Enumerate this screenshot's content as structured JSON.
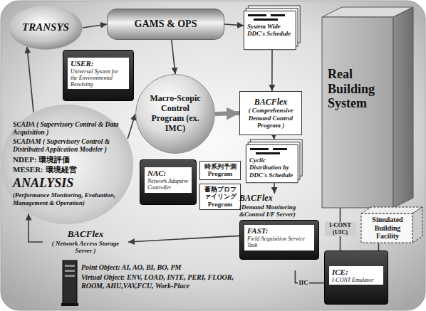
{
  "diagram": {
    "nodes": [
      {
        "text": [
          "TRANSYS"
        ]
      },
      {
        "text": [
          "GAMS & OPS"
        ]
      },
      {
        "text": [
          "System Wide DDC's Schedule"
        ]
      },
      {
        "text": [
          "USER:",
          "Universal System for the Environmental Resolving"
        ]
      },
      {
        "text": [
          "SCADA ( Supervisory Control & Data Acquisition )",
          "SCADAM ( Supervisory Control & Distributed Application Modeler )",
          "NDEP: 環境評価",
          "MESER: 環境経営",
          "ANALYSIS",
          "(Performance Monitoring, Evaluation, Management & Operation)"
        ]
      },
      {
        "text": [
          "Macro-Scopic Control Program (ex. IMC)"
        ]
      },
      {
        "text": [
          "NAC:",
          "Network Adaptive Controller"
        ]
      },
      {
        "text": [
          "時系列予測 Program"
        ]
      },
      {
        "text": [
          "蓄熱プロファイリング Program"
        ]
      },
      {
        "text": [
          "BACFlex",
          "( Comprehensive Demand Control Program )"
        ]
      },
      {
        "text": [
          "Cyclic Distribution by DDC's Schedule"
        ]
      },
      {
        "text": [
          "BACFlex",
          "(Demand Monitoring &Control I/F Server)",
          "FAST:",
          "Field Acquisition Service Task"
        ]
      },
      {
        "text": [
          "Real Building System"
        ]
      },
      {
        "text": [
          "Simulated Building Facility"
        ]
      },
      {
        "text": [
          "ICE:",
          "I-CONT Emulator"
        ]
      },
      {
        "text": [
          "BACFlex",
          "( Network Access Storage Server )"
        ]
      }
    ],
    "edges": [
      {
        "from": 0,
        "to": 1,
        "arrow": "to"
      },
      {
        "from": 1,
        "to": 2,
        "arrow": "to"
      },
      {
        "from": 1,
        "to": 5,
        "arrow": "to"
      },
      {
        "from": 4,
        "to": 0,
        "arrow": "to"
      },
      {
        "from": 4,
        "to": 5,
        "arrow": "to"
      },
      {
        "from": 5,
        "to": 9,
        "arrow": "to"
      },
      {
        "from": 2,
        "to": 9,
        "arrow": "to"
      },
      {
        "from": 9,
        "to": 10,
        "arrow": "to"
      },
      {
        "from": 10,
        "to": 11,
        "arrow": "to"
      },
      {
        "from": 11,
        "to": 14,
        "label": "IIC",
        "arrow": "none"
      },
      {
        "from": 14,
        "to": 12,
        "label": "I-CONT (UIC)",
        "arrow": "none"
      },
      {
        "from": 14,
        "to": 13,
        "arrow": "none"
      },
      {
        "from": 11,
        "to": 15,
        "arrow": "to"
      },
      {
        "from": 15,
        "to": 4,
        "arrow": "to"
      }
    ],
    "labels": [
      "Point Object: AI, AO, BI, BO, PM",
      "Virtual Object: ENV, LOAD, INTE, PERI, FLOOR, ROOM, AHU,VAV,FCU, Work-Place"
    ]
  }
}
